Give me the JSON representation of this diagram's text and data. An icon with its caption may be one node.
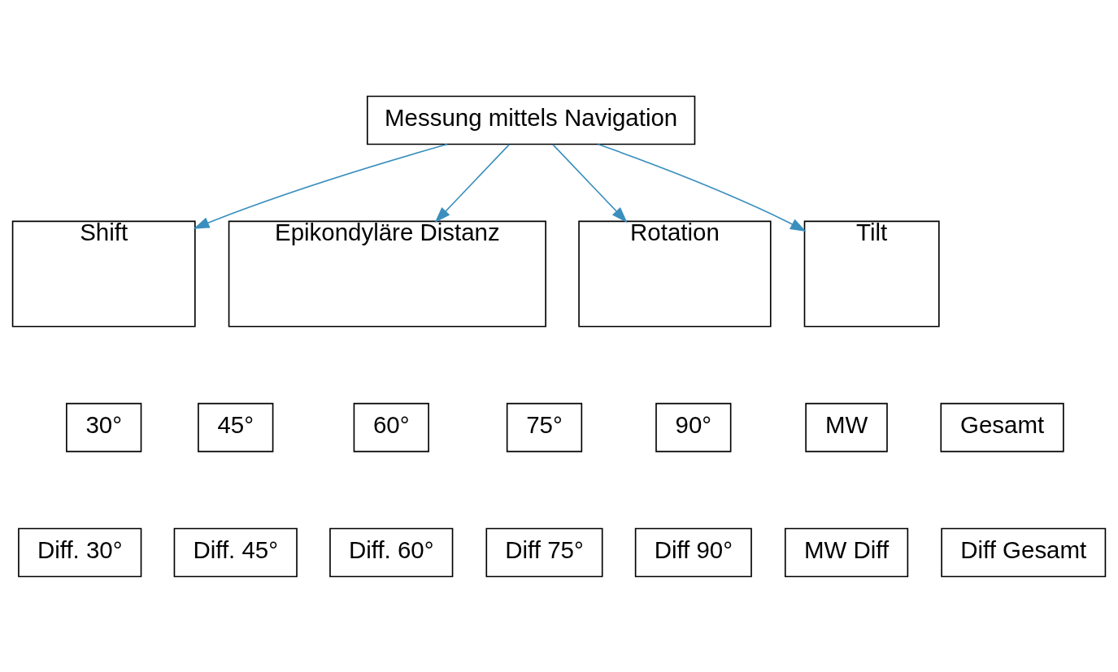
{
  "diagram": {
    "nodes": [
      {
        "text": [
          "Messung mittels Navigation"
        ]
      },
      {
        "text": [
          "Shift"
        ]
      },
      {
        "text": [
          "Epikondyläre Distanz"
        ]
      },
      {
        "text": [
          "Rotation"
        ]
      },
      {
        "text": [
          "Tilt"
        ]
      },
      {
        "text": [
          "30°"
        ]
      },
      {
        "text": [
          "45°"
        ]
      },
      {
        "text": [
          "60°"
        ]
      },
      {
        "text": [
          "75°"
        ]
      },
      {
        "text": [
          "90°"
        ]
      },
      {
        "text": [
          "MW"
        ]
      },
      {
        "text": [
          "Gesamt"
        ]
      },
      {
        "text": [
          "Diff. 30°"
        ]
      },
      {
        "text": [
          "Diff. 45°"
        ]
      },
      {
        "text": [
          "Diff. 60°"
        ]
      },
      {
        "text": [
          "Diff 75°"
        ]
      },
      {
        "text": [
          "Diff 90°"
        ]
      },
      {
        "text": [
          "MW Diff"
        ]
      },
      {
        "text": [
          "Diff Gesamt"
        ]
      }
    ],
    "edges": [
      {
        "from": 0,
        "to": 1,
        "arrow": "to"
      },
      {
        "from": 0,
        "to": 2,
        "arrow": "to"
      },
      {
        "from": 0,
        "to": 3,
        "arrow": "to"
      },
      {
        "from": 0,
        "to": 4,
        "arrow": "to"
      }
    ]
  }
}
